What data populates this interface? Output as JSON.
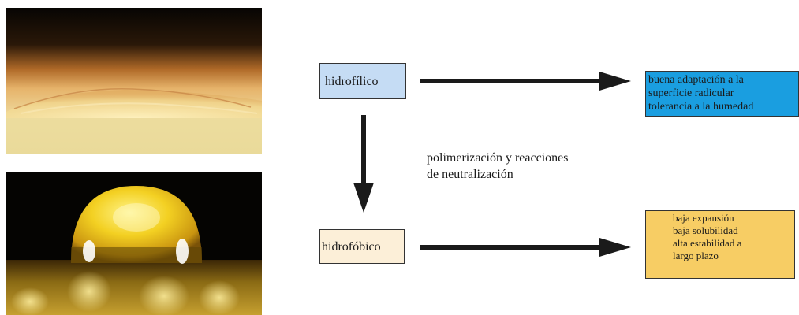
{
  "diagram": {
    "hydrophilic": {
      "label": "hidrofílico",
      "color": "#c5dcf4",
      "properties": [
        "buena adaptación a la",
        "superficie radicular",
        "tolerancia a la humedad"
      ],
      "properties_color": "#1a9ee0"
    },
    "hydrophobic": {
      "label": "hidrofóbico",
      "color": "#fcefd8",
      "properties": [
        "baja expansión",
        "baja solubilidad",
        "alta estabilidad a",
        "largo plazo"
      ],
      "properties_color": "#f7cd64"
    },
    "process_label": [
      "polimerización y reacciones",
      "de neutralización"
    ]
  }
}
